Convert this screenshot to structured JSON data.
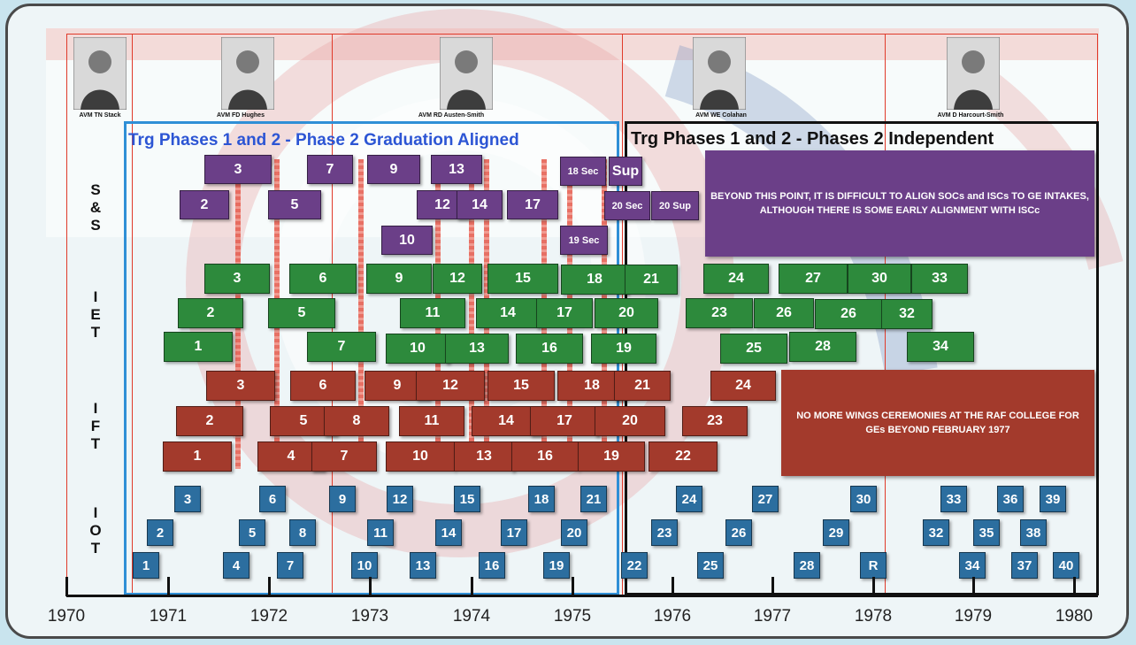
{
  "commanders": [
    {
      "name": "AVM TN Stack"
    },
    {
      "name": "AVM FD Hughes"
    },
    {
      "name": "AVM RD Austen-Smith"
    },
    {
      "name": "AVM WE Colahan"
    },
    {
      "name": "AVM D Harcourt-Smith"
    }
  ],
  "phase_titles": {
    "left": "Trg Phases 1 and 2 - Phase 2 Graduation Aligned",
    "right": "Trg Phases 1 and 2 - Phases 2 Independent"
  },
  "row_labels": {
    "ss": [
      "S",
      "&",
      "S"
    ],
    "iet": [
      "I",
      "E",
      "T"
    ],
    "ift": [
      "I",
      "F",
      "T"
    ],
    "iot": [
      "I",
      "O",
      "T"
    ]
  },
  "callouts": {
    "ss_note": "BEYOND THIS POINT, IT IS DIFFICULT TO ALIGN SOCs and ISCs TO GE INTAKES, ALTHOUGH THERE IS SOME EARLY ALIGNMENT WITH ISCc",
    "ift_note": "NO MORE WINGS CEREMONIES AT THE RAF COLLEGE FOR GEs BEYOND FEBRUARY 1977"
  },
  "years": [
    "1970",
    "1971",
    "1972",
    "1973",
    "1974",
    "1975",
    "1976",
    "1977",
    "1978",
    "1979",
    "1980"
  ],
  "colors": {
    "ss": "#6b3f88",
    "iet": "#2d8a3c",
    "ift": "#a33a2c",
    "iot": "#2c6e9f",
    "left_phase_border": "#2f8fd6",
    "right_phase_border": "#111111",
    "divider_red": "#e03a2a"
  },
  "ss_boxes": [
    "3",
    "7",
    "9",
    "13",
    "18 Sec",
    "Sup",
    "2",
    "5",
    "12",
    "14",
    "17",
    "20 Sec",
    "20 Sup",
    "10",
    "19 Sec"
  ],
  "iet_boxes": [
    "3",
    "6",
    "9",
    "12",
    "15",
    "18",
    "21",
    "24",
    "27",
    "30",
    "33",
    "2",
    "5",
    "11",
    "14",
    "17",
    "20",
    "23",
    "26",
    "26",
    "32",
    "1",
    "7",
    "10",
    "13",
    "16",
    "19",
    "25",
    "28",
    "34"
  ],
  "ift_boxes": [
    "3",
    "6",
    "9",
    "12",
    "15",
    "18",
    "21",
    "24",
    "2",
    "5",
    "8",
    "11",
    "14",
    "17",
    "20",
    "23",
    "1",
    "4",
    "7",
    "10",
    "13",
    "16",
    "19",
    "22"
  ],
  "iot_boxes": [
    "3",
    "6",
    "9",
    "12",
    "15",
    "18",
    "21",
    "24",
    "27",
    "30",
    "33",
    "36",
    "39",
    "2",
    "5",
    "8",
    "11",
    "14",
    "17",
    "20",
    "23",
    "26",
    "29",
    "32",
    "35",
    "38",
    "1",
    "4",
    "7",
    "10",
    "13",
    "16",
    "19",
    "22",
    "25",
    "28",
    "R",
    "34",
    "37",
    "40"
  ]
}
